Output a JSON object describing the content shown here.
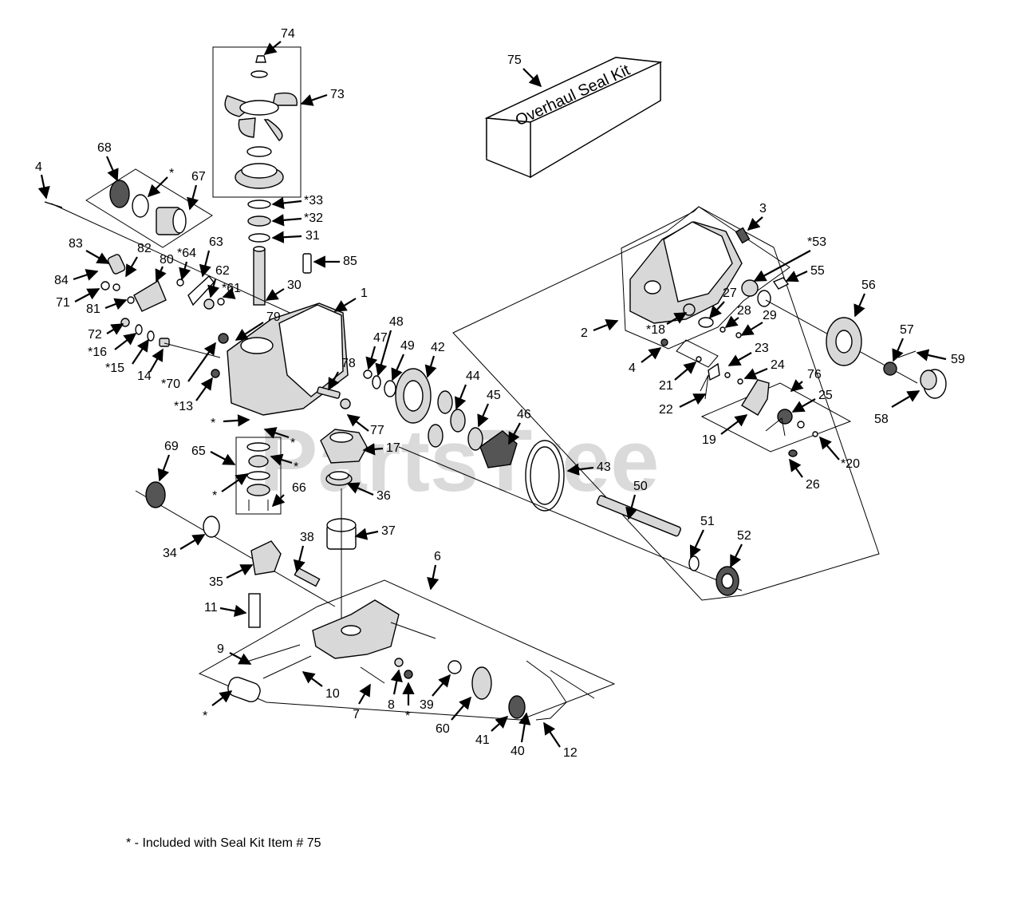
{
  "watermark": "PartsTree",
  "seal_kit_label": "Overhaul Seal Kit",
  "footnote": "* - Included with Seal Kit Item # 75",
  "callouts": [
    {
      "label": "74"
    },
    {
      "label": "73"
    },
    {
      "label": "75"
    },
    {
      "label": "4"
    },
    {
      "label": "68"
    },
    {
      "label": "*"
    },
    {
      "label": "67"
    },
    {
      "label": "*33"
    },
    {
      "label": "*32"
    },
    {
      "label": "31"
    },
    {
      "label": "3"
    },
    {
      "label": "*53"
    },
    {
      "label": "55"
    },
    {
      "label": "56"
    },
    {
      "label": "83"
    },
    {
      "label": "82"
    },
    {
      "label": "80"
    },
    {
      "label": "*64"
    },
    {
      "label": "63"
    },
    {
      "label": "85"
    },
    {
      "label": "84"
    },
    {
      "label": "62"
    },
    {
      "label": "*61"
    },
    {
      "label": "30"
    },
    {
      "label": "1"
    },
    {
      "label": "71"
    },
    {
      "label": "81"
    },
    {
      "label": "79"
    },
    {
      "label": "2"
    },
    {
      "label": "*18"
    },
    {
      "label": "27"
    },
    {
      "label": "28"
    },
    {
      "label": "29"
    },
    {
      "label": "57"
    },
    {
      "label": "59"
    },
    {
      "label": "72"
    },
    {
      "label": "*16"
    },
    {
      "label": "*15"
    },
    {
      "label": "14"
    },
    {
      "label": "47"
    },
    {
      "label": "48"
    },
    {
      "label": "49"
    },
    {
      "label": "42"
    },
    {
      "label": "4"
    },
    {
      "label": "23"
    },
    {
      "label": "24"
    },
    {
      "label": "21"
    },
    {
      "label": "*70"
    },
    {
      "label": "*13"
    },
    {
      "label": "78"
    },
    {
      "label": "44"
    },
    {
      "label": "45"
    },
    {
      "label": "76"
    },
    {
      "label": "25"
    },
    {
      "label": "58"
    },
    {
      "label": "22"
    },
    {
      "label": "*"
    },
    {
      "label": "*"
    },
    {
      "label": "77"
    },
    {
      "label": "46"
    },
    {
      "label": "19"
    },
    {
      "label": "*20"
    },
    {
      "label": "69"
    },
    {
      "label": "65"
    },
    {
      "label": "*"
    },
    {
      "label": "17"
    },
    {
      "label": "43"
    },
    {
      "label": "26"
    },
    {
      "label": "*"
    },
    {
      "label": "36"
    },
    {
      "label": "66"
    },
    {
      "label": "50"
    },
    {
      "label": "51"
    },
    {
      "label": "37"
    },
    {
      "label": "52"
    },
    {
      "label": "34"
    },
    {
      "label": "38"
    },
    {
      "label": "6"
    },
    {
      "label": "35"
    },
    {
      "label": "11"
    },
    {
      "label": "9"
    },
    {
      "label": "10"
    },
    {
      "label": "*"
    },
    {
      "label": "7"
    },
    {
      "label": "8"
    },
    {
      "label": "*"
    },
    {
      "label": "39"
    },
    {
      "label": "60"
    },
    {
      "label": "41"
    },
    {
      "label": "40"
    },
    {
      "label": "12"
    }
  ]
}
